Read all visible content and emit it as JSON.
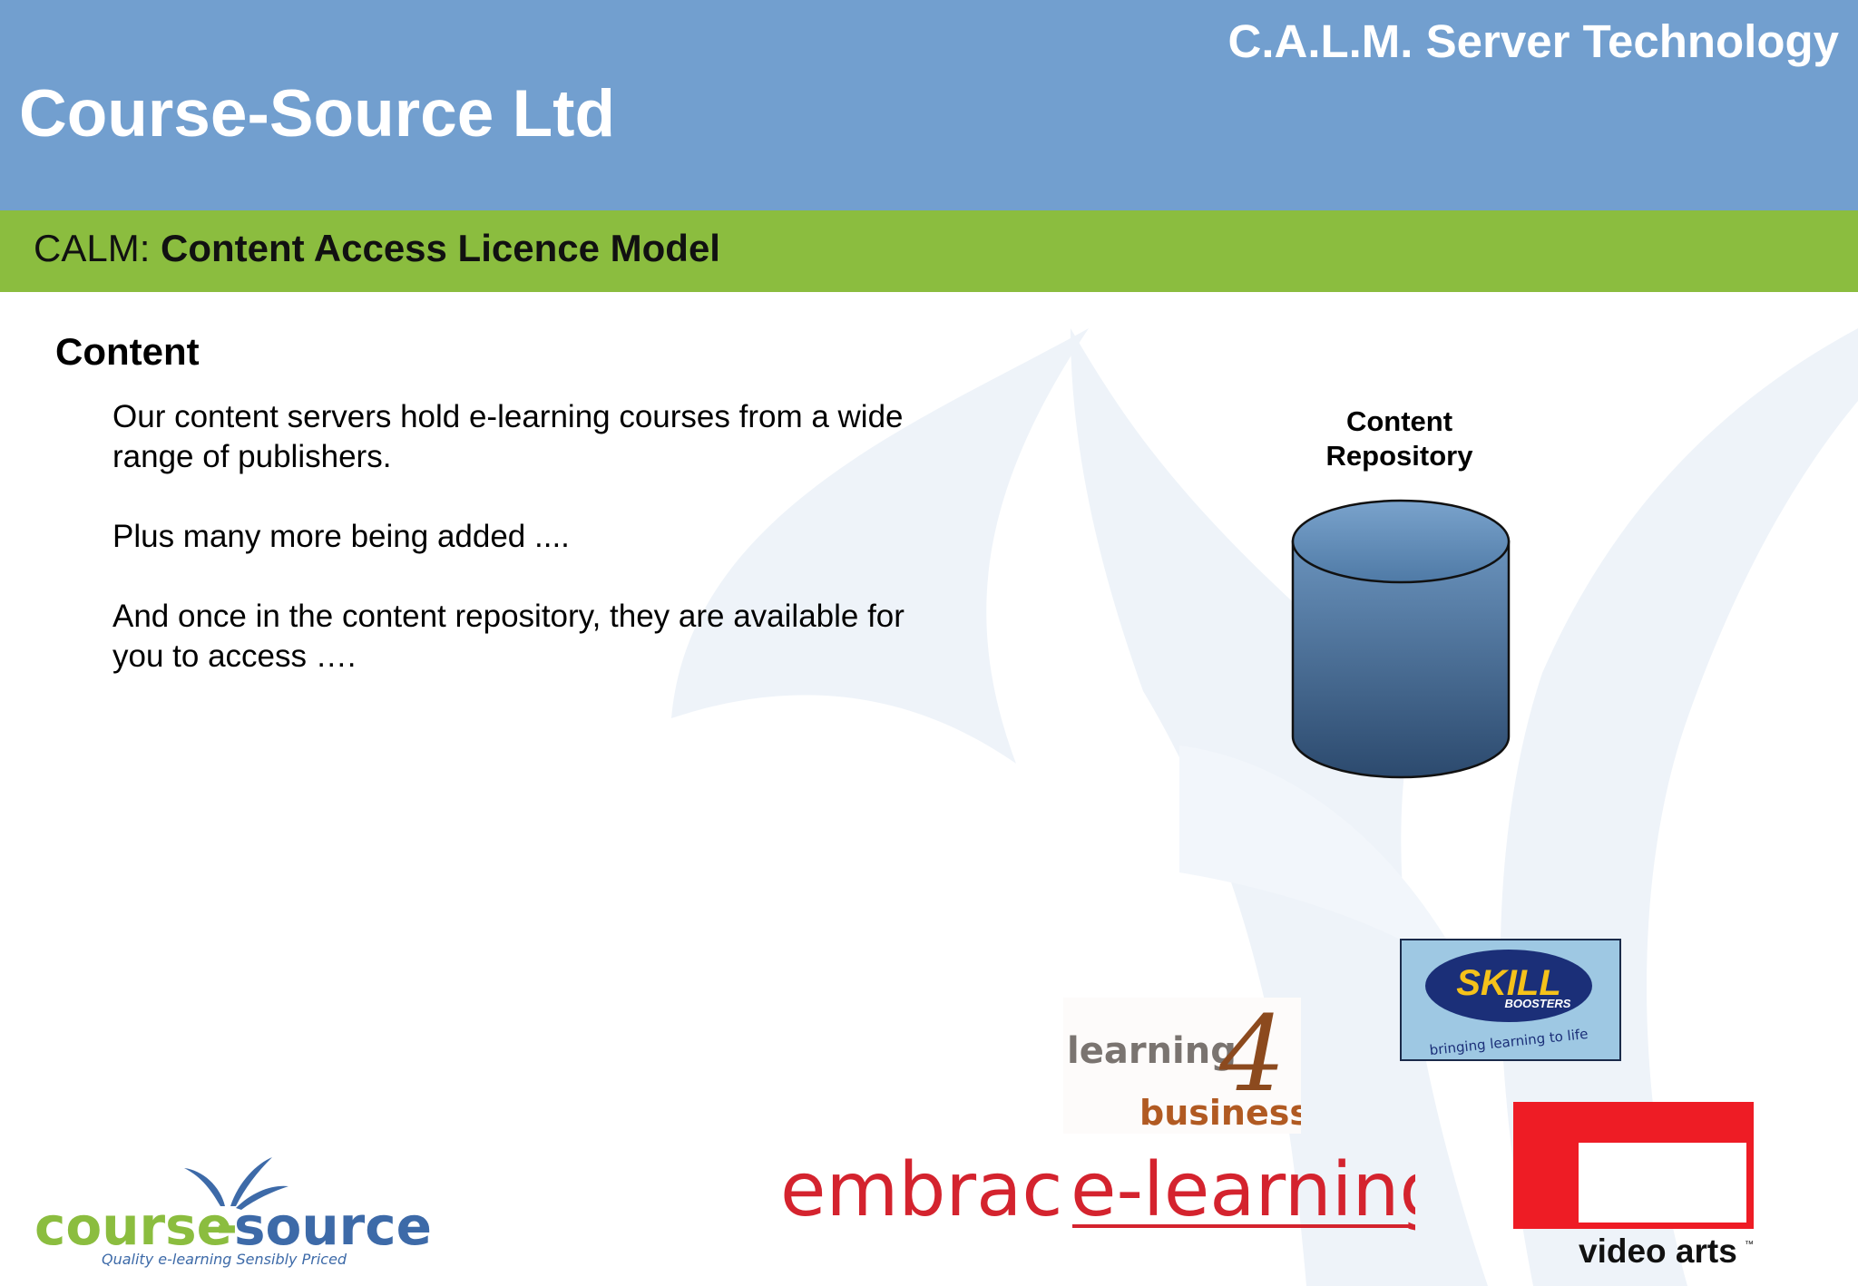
{
  "header": {
    "tagline": "C.A.L.M. Server Technology",
    "company_title": "Course-Source Ltd"
  },
  "subtitle": {
    "prefix": "CALM: ",
    "emphasis": "Content Access Licence Model"
  },
  "content": {
    "heading": "Content",
    "paragraphs": [
      "Our content servers hold e-learning courses from a wide range of publishers.",
      "Plus many more being added ....",
      "And once in the content repository, they are available for you to access …."
    ]
  },
  "repository": {
    "label_line1": "Content",
    "label_line2": "Repository"
  },
  "logos": {
    "skill_boosters": {
      "word": "SKILL",
      "sub": "BOOSTERS",
      "tagline": "bringing learning to life"
    },
    "learning4business": {
      "word1": "learning",
      "numeral": "4",
      "word2": "business"
    },
    "embrace": {
      "part1": "embrac",
      "part2": "e-learning"
    },
    "video_arts": {
      "text": "video arts",
      "tm": "™"
    },
    "course_source": {
      "part1": "course",
      "dash": "-",
      "part2": "source",
      "tagline": "Quality e-learning Sensibly Priced"
    }
  },
  "colors": {
    "header_blue": "#729fcf",
    "band_green": "#8bbd3f",
    "watermark": "#eef3f9",
    "repo_top": "#5c84ad",
    "repo_bottom": "#2f4d70",
    "embrace_red": "#d4232e",
    "video_red": "#ee1c25",
    "cs_green": "#8bbd3f",
    "cs_blue": "#3d6aa8"
  }
}
